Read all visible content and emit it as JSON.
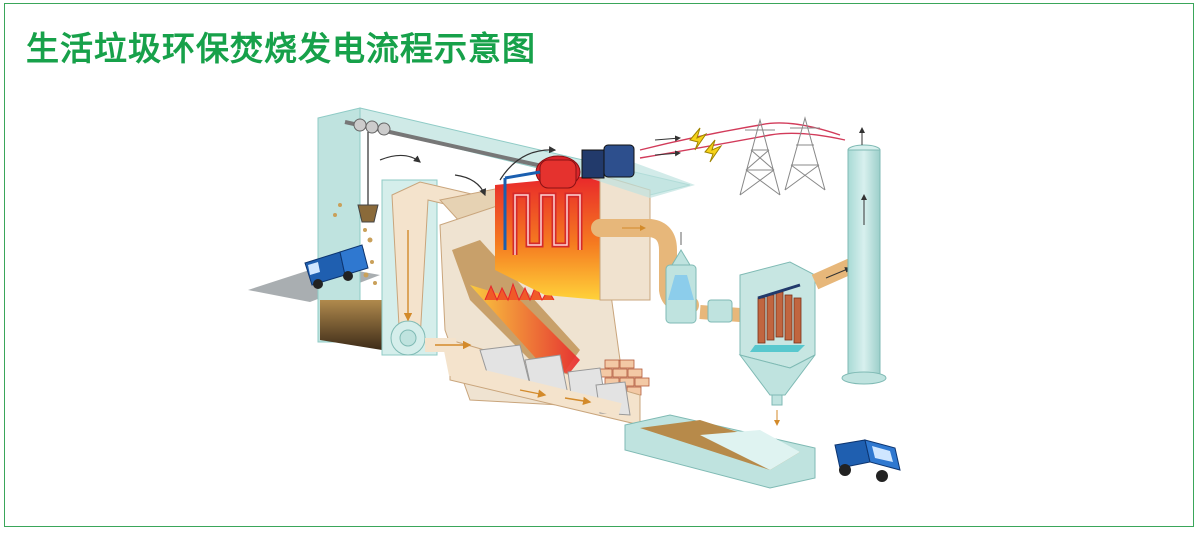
{
  "title": "生活垃圾环保焚烧发电流程示意图",
  "colors": {
    "frame": "#3aa65a",
    "title": "#17a14a",
    "structure": "#bfe3df",
    "structure_dark": "#8fcbc6",
    "duct": "#f4e3cc",
    "flue": "#e7b77a",
    "fire": "#f05a28",
    "truck": "#1f5fb0"
  },
  "components": [
    "waste-bunker",
    "garbage-crane",
    "feed-hopper",
    "incinerator-grate",
    "boiler",
    "steam-turbine-generator",
    "power-lines",
    "deacidification-tower",
    "baghouse-filter",
    "chimney",
    "ash-conveyor",
    "garbage-truck",
    "ash-truck",
    "fan"
  ]
}
